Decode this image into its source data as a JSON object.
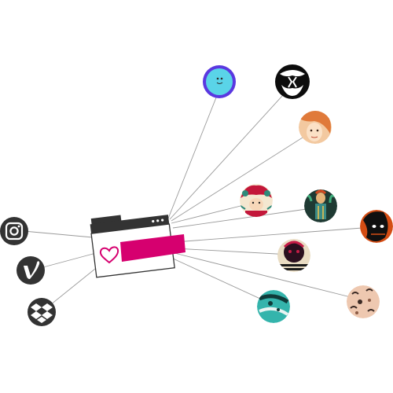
{
  "accent_color": "#d6006f",
  "line_color": "#9a9a9a",
  "service_color": "#333333",
  "browser": {
    "tab_icon": "browser-tab-icon",
    "heart_icon": "heart-icon",
    "highlight_bar": "pink-label-bar"
  },
  "services": [
    {
      "name": "instagram",
      "icon": "instagram-icon"
    },
    {
      "name": "vimeo",
      "icon": "vimeo-icon"
    },
    {
      "name": "dropbox",
      "icon": "dropbox-icon"
    }
  ],
  "avatars": [
    {
      "name": "blue-character-avatar",
      "style": "blue"
    },
    {
      "name": "black-logo-avatar",
      "style": "logo"
    },
    {
      "name": "ginger-girl-avatar",
      "style": "ginger"
    },
    {
      "name": "red-creature-avatar",
      "style": "red"
    },
    {
      "name": "green-figure-avatar",
      "style": "green"
    },
    {
      "name": "orange-mask-avatar",
      "style": "orange"
    },
    {
      "name": "dark-monster-avatar",
      "style": "monster"
    },
    {
      "name": "peach-pattern-avatar",
      "style": "peach"
    },
    {
      "name": "teal-swirl-avatar",
      "style": "teal"
    }
  ]
}
